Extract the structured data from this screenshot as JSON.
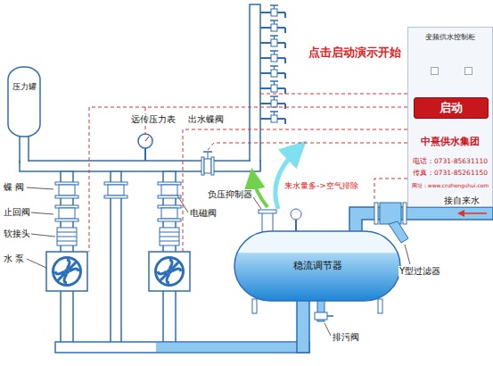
{
  "diagram": {
    "nodes": [
      {
        "text": [
          "压力罐"
        ]
      },
      {
        "text": [
          "稳流调节器"
        ]
      },
      {
        "text": [
          "变频供水控制柜",
          "中熹供水集团",
          "电话：0731-85631110",
          "传真：0731-85261150",
          "网址：www.cnzhongshui.com"
        ]
      },
      {
        "text": [
          "启动"
        ],
        "in": 2
      }
    ],
    "labels": [
      "点击启动演示开始",
      "远传压力表",
      "出水蝶阀",
      "蝶 阀",
      "止回阀",
      "软接头",
      "水 泵",
      "负压抑制器",
      "电磁阀",
      "来水量多->空气排除",
      "接自来水",
      "Y型过滤器",
      "排污阀"
    ]
  }
}
